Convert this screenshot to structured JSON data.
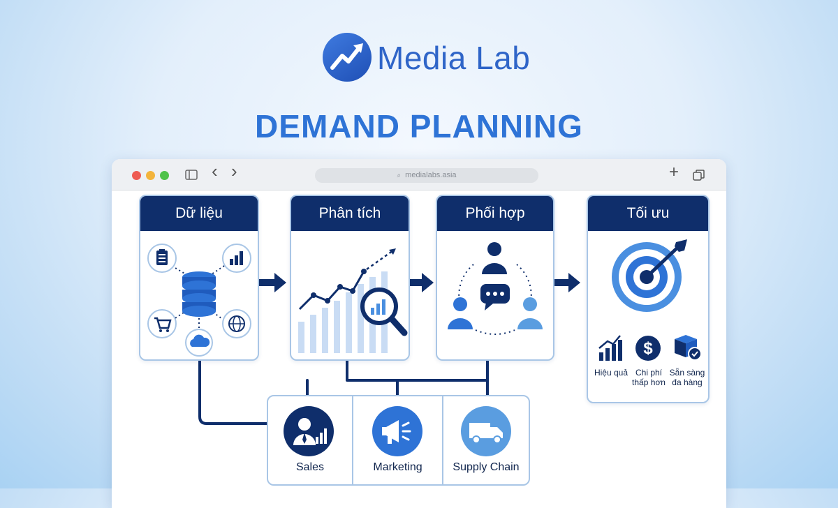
{
  "brand": {
    "name": "Media Lab"
  },
  "title": "DEMAND PLANNING",
  "browser": {
    "url": "medialabs.asia",
    "plus_glyph": "+",
    "back_glyph": "‹",
    "forward_glyph": "›"
  },
  "stages": [
    {
      "title": "Dữ  liệu"
    },
    {
      "title": "Phân tích"
    },
    {
      "title": "Phối hợp"
    },
    {
      "title": "Tối ưu"
    }
  ],
  "outcomes": [
    {
      "label": "Hiệu quả"
    },
    {
      "label": "Chi phí thấp hơn"
    },
    {
      "label": "Sẵn sàng đa hàng"
    }
  ],
  "departments": [
    {
      "label": "Sales"
    },
    {
      "label": "Marketing"
    },
    {
      "label": "Supply Chain"
    }
  ],
  "colors": {
    "navy": "#0f2e6b",
    "blue": "#2e73d6",
    "light_blue": "#5a9de0",
    "border": "#a9c6e6"
  }
}
